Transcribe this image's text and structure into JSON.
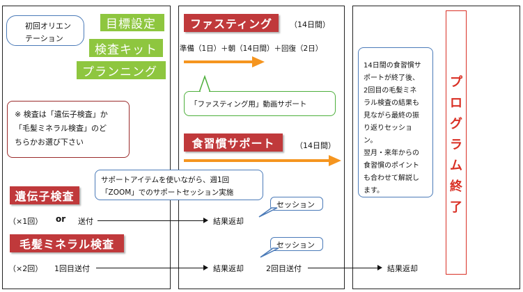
{
  "orientation": {
    "line1": "初回オリエン",
    "line2": "テーション"
  },
  "green_items": [
    "目標設定",
    "検査キット",
    "プランニング"
  ],
  "selection_note": {
    "line1": "※ 検査は「遺伝子検査」か",
    "line2": "「毛髪ミネラル検査」のど",
    "line3": "ちらかお選び下さい"
  },
  "support_bubble": {
    "line1": "サポートアイテムを使いながら、週1回",
    "line2": "「ZOOM」でのサポートセッション実施"
  },
  "fasting": {
    "title": "ファスティング",
    "duration": "（14日間）",
    "schedule": "準備（1日）＋朝（14日間）＋回復（2日）",
    "video_support": "「ファスティング用」動画サポート"
  },
  "diet": {
    "title": "食習慣サポート",
    "duration": "（14日間）"
  },
  "genetic": {
    "title": "遺伝子検査",
    "count": "（×1回）",
    "or": "or",
    "send": "送付",
    "return": "結果返却",
    "session": "セッション"
  },
  "hair": {
    "title": "毛髪ミネラル検査",
    "count": "（×2回）",
    "send1": "1回目送付",
    "return1": "結果返却",
    "send2": "2回目送付",
    "return2": "結果返却",
    "session": "セッション"
  },
  "description": {
    "lines": [
      "14日間の食習慣サ",
      "ポートが終了後、",
      "2回目の毛髪ミネ",
      "ラル検査の結果も",
      "見ながら最終の振",
      "り返りセッショ",
      "ン。",
      "翌月・来年からの",
      "食習慣のポイント",
      "も合わせて解説し",
      "ます。"
    ]
  },
  "program_end": [
    "プ",
    "ロ",
    "グ",
    "ラ",
    "ム",
    "終",
    "了"
  ],
  "colors": {
    "green": "#8ec63f",
    "red": "#c0393b",
    "orange": "#f5951f",
    "blue_border": "#4a7ab8",
    "green_border": "#4caf3a",
    "note_border": "#9a2a2a",
    "end_border": "#d93025"
  }
}
